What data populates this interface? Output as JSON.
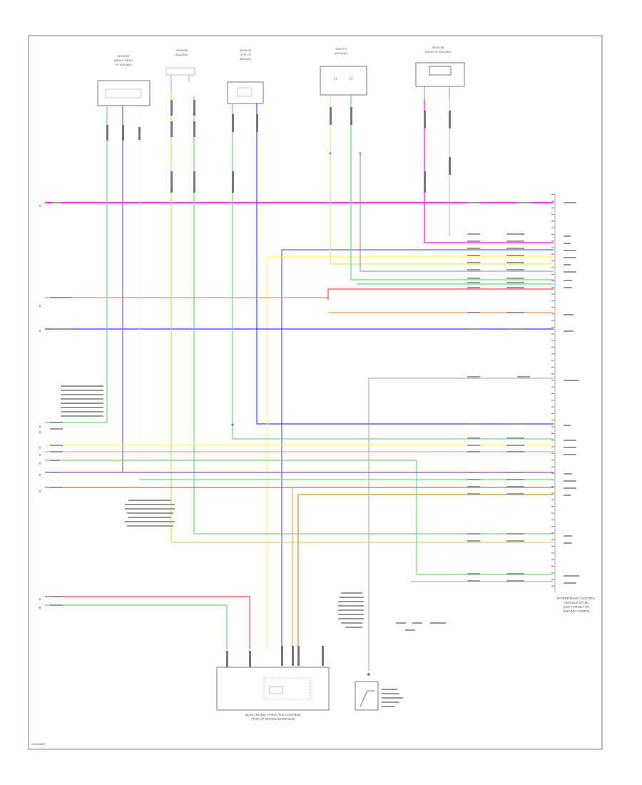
{
  "colors": {
    "pink": "#ff3cff",
    "violet": "#a04ccc",
    "blue": "#3a3aff",
    "orange": "#ff8c50",
    "green": "#6fd96f",
    "lightgreen": "#9ef09e",
    "yellow": "#ffff66",
    "red": "#ff4a4a",
    "tan": "#d4a84a",
    "gray": "#888888",
    "brown": "#8a5a3a",
    "border": "#7a7a7a"
  },
  "pcm": {
    "caption": [
      "POWERTRAIN CONTROL",
      "MODULE (PCM)",
      "(LEFT FRONT OF",
      "ENGINE COMPT)"
    ]
  },
  "etc": {
    "caption": [
      "ELECTRONIC THROTTLE CONTROL",
      "(TOP OF INTAKE MANIFOLD)"
    ]
  },
  "figure_code": "W1234567"
}
